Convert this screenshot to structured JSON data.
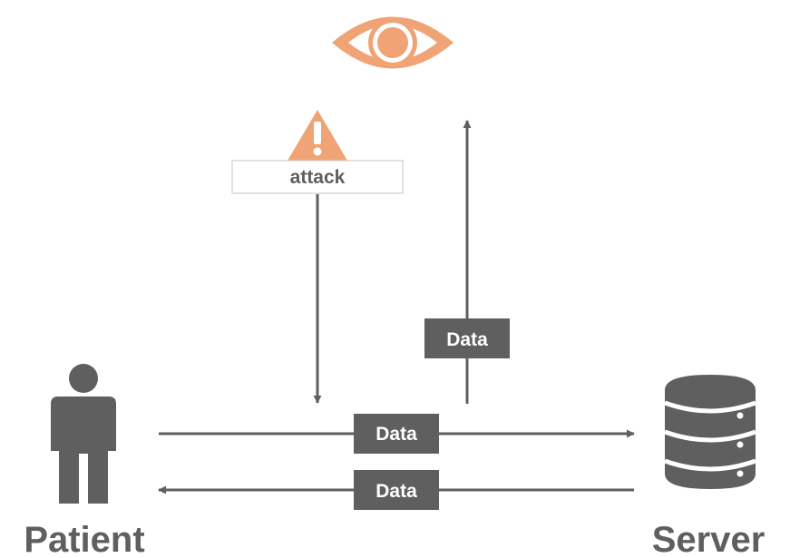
{
  "colors": {
    "gray": "#5f5f5f",
    "eye_orange": "#f0a375",
    "white": "#ffffff"
  },
  "icons": {
    "observer": "eye-icon",
    "warning": "warning-triangle-icon",
    "patient": "person-icon",
    "server": "database-icon"
  },
  "nodes": {
    "patient_label": "Patient",
    "server_label": "Server"
  },
  "attack_label": "attack",
  "flows": {
    "up_to_eye": "Data",
    "patient_to_server": "Data",
    "server_to_patient": "Data"
  }
}
